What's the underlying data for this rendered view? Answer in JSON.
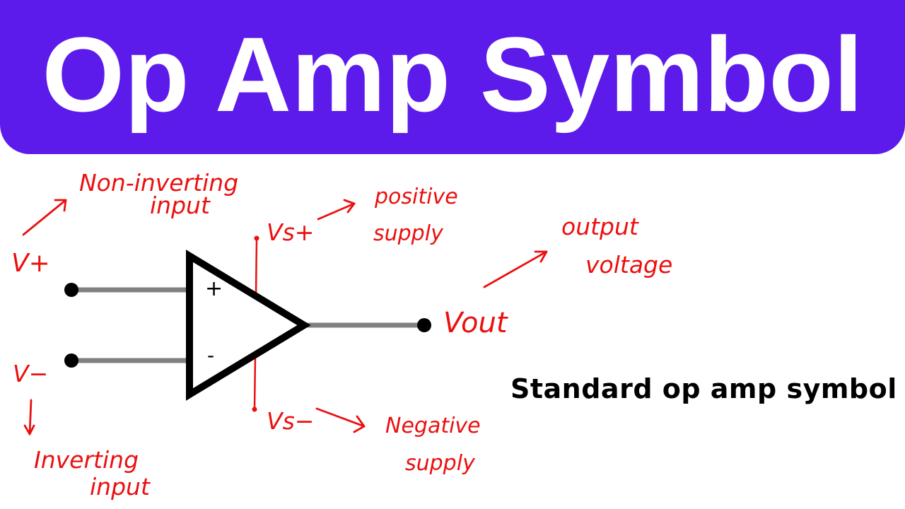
{
  "header": {
    "title": "Op Amp Symbol",
    "background_color": "#5c1beb",
    "text_color": "#ffffff"
  },
  "symbol": {
    "plus_sign": "+",
    "minus_sign": "-",
    "outline_color": "#000000",
    "wire_color": "#808080",
    "annotation_color": "#ec0f0f"
  },
  "labels": {
    "v_plus": "V+",
    "v_minus": "V−",
    "vs_plus": "Vs+",
    "vs_minus": "Vs−",
    "v_out": "Vout",
    "non_inverting_line1": "Non-inverting",
    "non_inverting_line2": "input",
    "inverting_line1": "Inverting",
    "inverting_line2": "input",
    "positive_line1": "positive",
    "positive_line2": "supply",
    "negative_line1": "Negative",
    "negative_line2": "supply",
    "output_line1": "output",
    "output_line2": "voltage"
  },
  "caption": "Standard op amp symbol"
}
